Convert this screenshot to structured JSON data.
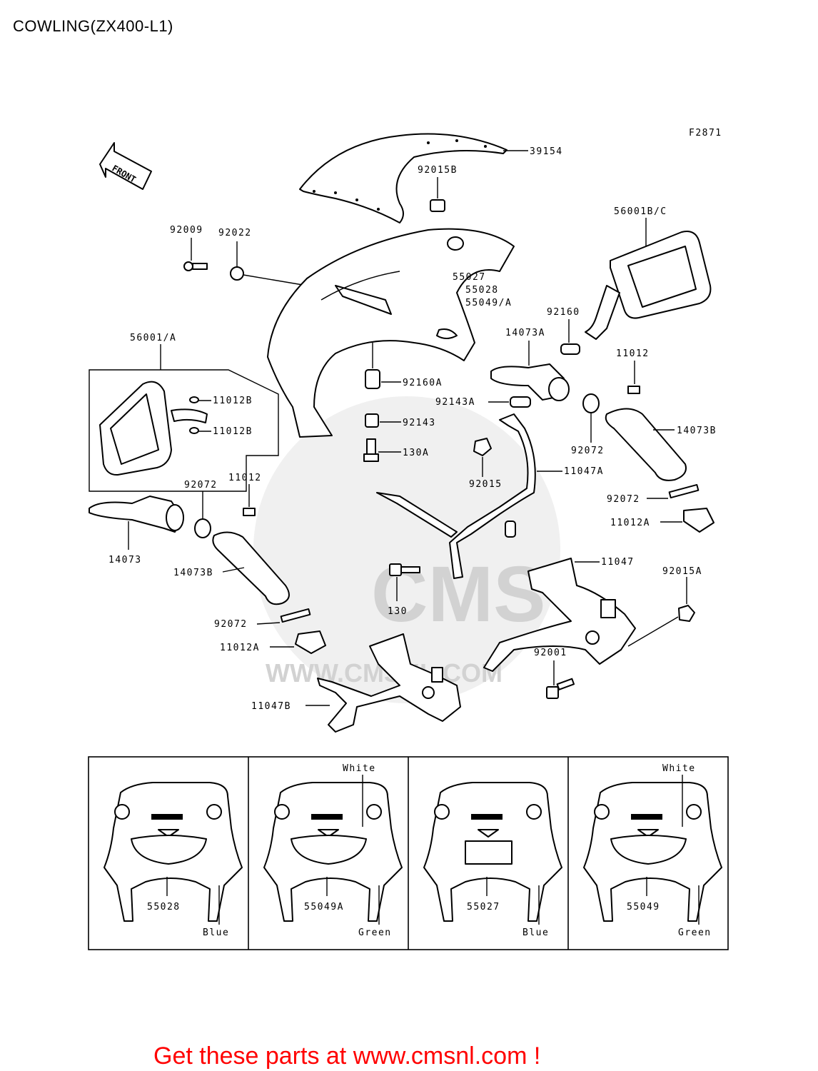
{
  "title": "COWLING(ZX400-L1)",
  "figure_code": "F2871",
  "front_arrow_label": "FRONT",
  "watermark": {
    "brand": "CMS",
    "url": "WWW.CMSNL.COM"
  },
  "labels": {
    "p39154": "39154",
    "p92015B": "92015B",
    "p56001BC": "56001B/C",
    "p92009": "92009",
    "p92022": "92022",
    "p55027": "55027",
    "p55028": "55028",
    "p55049A": "55049/A",
    "p92160": "92160",
    "p14073A": "14073A",
    "p11012": "11012",
    "p56001A": "56001/A",
    "p11012B_1": "11012B",
    "p11012B_2": "11012B",
    "p92160A": "92160A",
    "p92143A": "92143A",
    "p92143": "92143",
    "p130A": "130A",
    "p14073B_r": "14073B",
    "p92072_r": "92072",
    "p92015": "92015",
    "p11047A": "11047A",
    "p92072_r2": "92072",
    "p11012A_r": "11012A",
    "p92072_l": "92072",
    "p11012_l": "11012",
    "p14073": "14073",
    "p14073B_l": "14073B",
    "p11047": "11047",
    "p92015A": "92015A",
    "p130": "130",
    "p92072_l2": "92072",
    "p11012A_l": "11012A",
    "p92001": "92001",
    "p11047B": "11047B"
  },
  "variants": [
    {
      "part": "55028",
      "color": "Blue",
      "top_note": ""
    },
    {
      "part": "55049A",
      "color": "Green",
      "top_note": "White"
    },
    {
      "part": "55027",
      "color": "Blue",
      "top_note": ""
    },
    {
      "part": "55049",
      "color": "Green",
      "top_note": "White"
    }
  ],
  "footer_promo": "Get these parts at www.cmsnl.com !",
  "colors": {
    "promo": "#ff0000",
    "watermark": "#e4e4e4"
  }
}
